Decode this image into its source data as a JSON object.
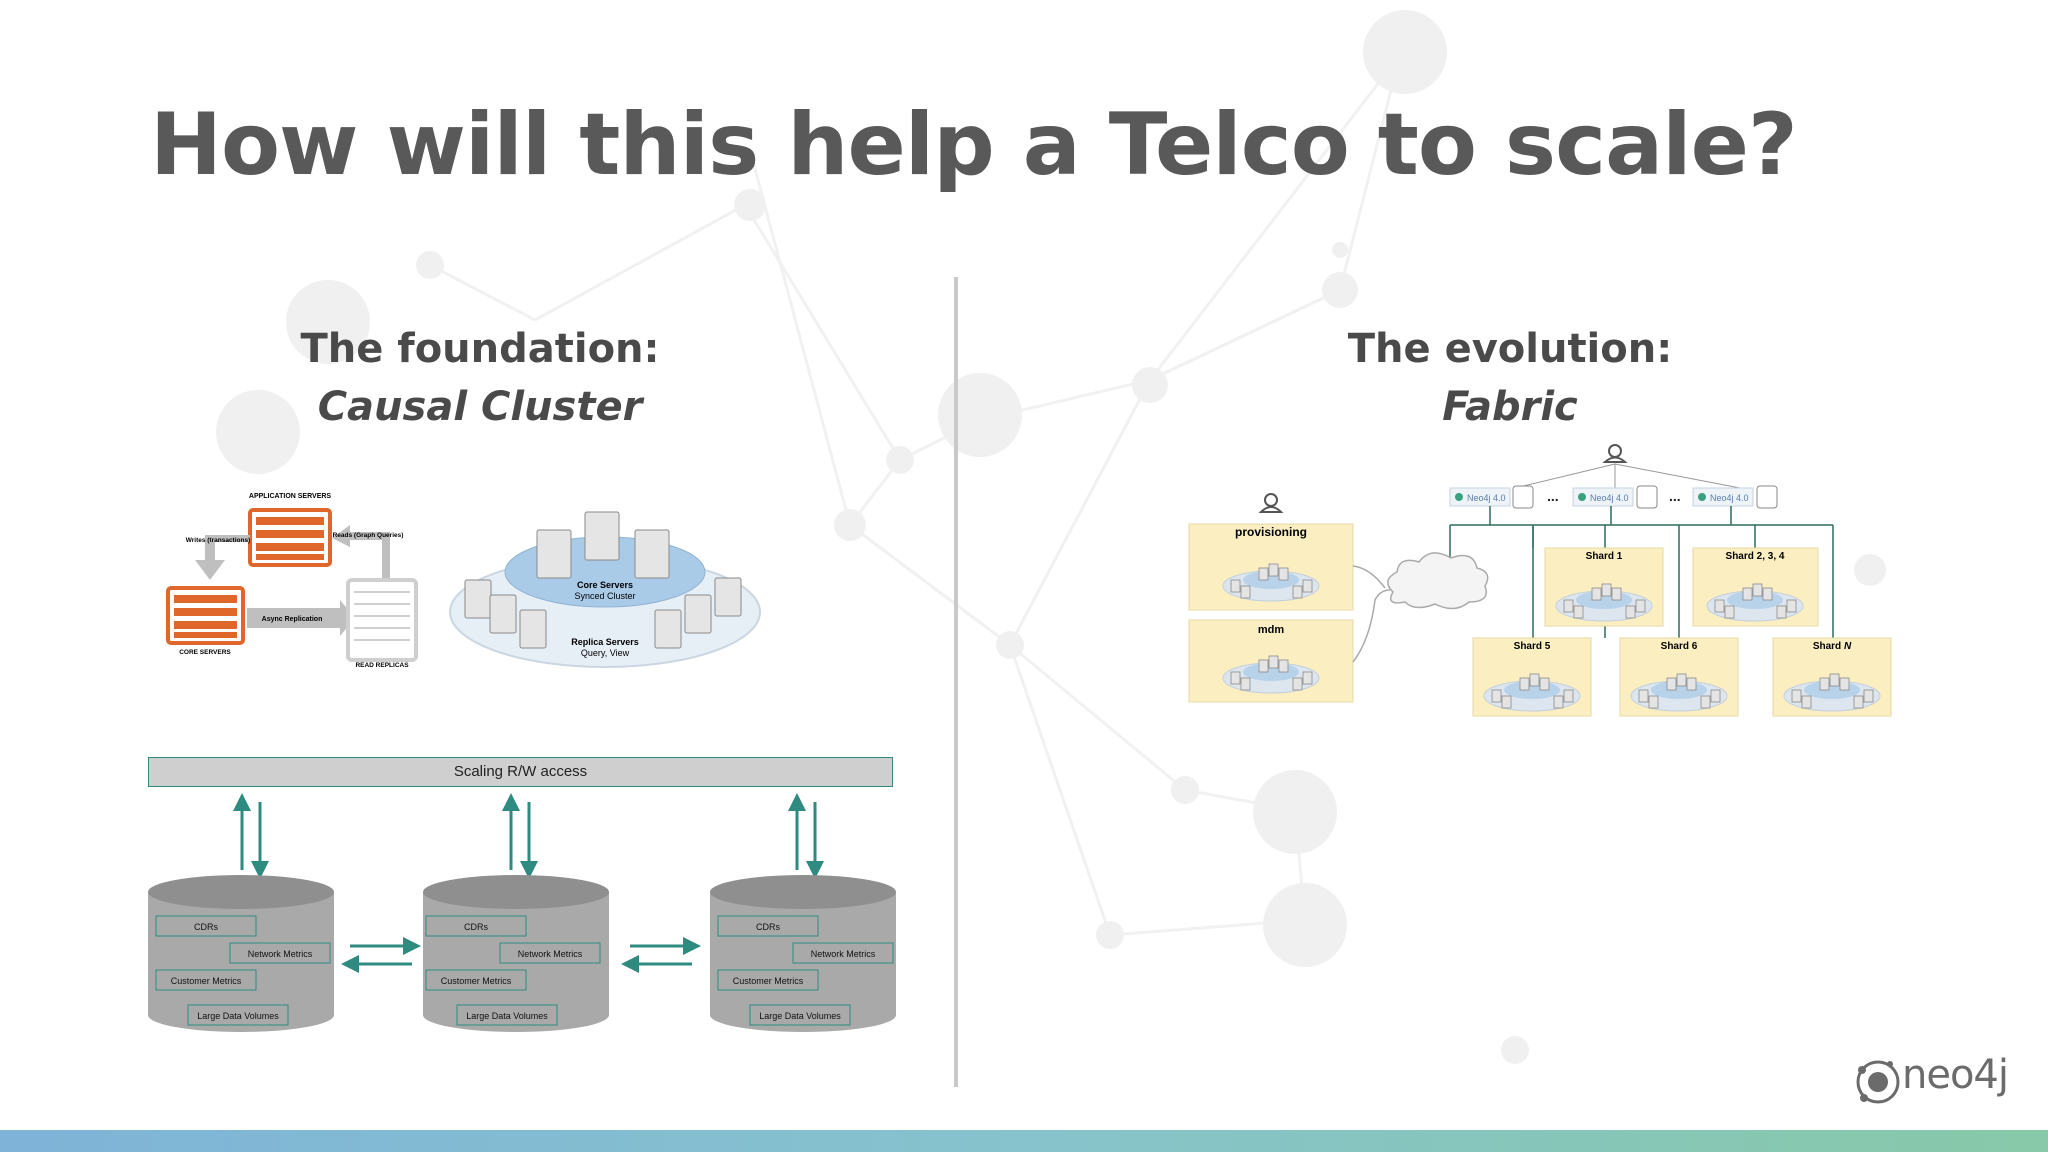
{
  "slide": {
    "title": "How will this help a Telco to scale?"
  },
  "left": {
    "heading": "The foundation:",
    "subheading": "Causal Cluster",
    "cluster_diagram": {
      "application_servers": "APPLICATION SERVERS",
      "writes": "Writes (transactions)",
      "reads": "Reads (Graph Queries)",
      "async_replication": "Async Replication",
      "core_servers": "CORE SERVERS",
      "read_replicas": "READ REPLICAS",
      "core_servers_label": "Core Servers",
      "synced_cluster": "Synced Cluster",
      "replica_servers": "Replica Servers",
      "query_view": "Query, View"
    },
    "scaling_bar": "Scaling R/W access",
    "databases": [
      {
        "items": [
          "CDRs",
          "Network Metrics",
          "Customer Metrics",
          "Large Data Volumes"
        ]
      },
      {
        "items": [
          "CDRs",
          "Network Metrics",
          "Customer Metrics",
          "Large Data Volumes"
        ]
      },
      {
        "items": [
          "CDRs",
          "Network Metrics",
          "Customer Metrics",
          "Large Data Volumes"
        ]
      }
    ]
  },
  "right": {
    "heading": "The evolution:",
    "subheading": "Fabric",
    "fabric_nodes": [
      "Neo4j 4.0",
      "Neo4j 4.0",
      "Neo4j 4.0"
    ],
    "ellipsis": "...",
    "clusters": {
      "provisioning": "provisioning",
      "mdm": "mdm",
      "shard1": "Shard 1",
      "shard234": "Shard 2, 3, 4",
      "shard5": "Shard 5",
      "shard6": "Shard 6",
      "shardN_prefix": "Shard ",
      "shardN_suffix": "N"
    }
  },
  "logo": {
    "text": "neo4j"
  },
  "colors": {
    "title": "#595959",
    "teal": "#2e8b7f",
    "orange": "#e0672b",
    "cylinder": "#a8a8a8",
    "shard_bg": "#fbefc2",
    "bar": "#cfcfcf"
  }
}
